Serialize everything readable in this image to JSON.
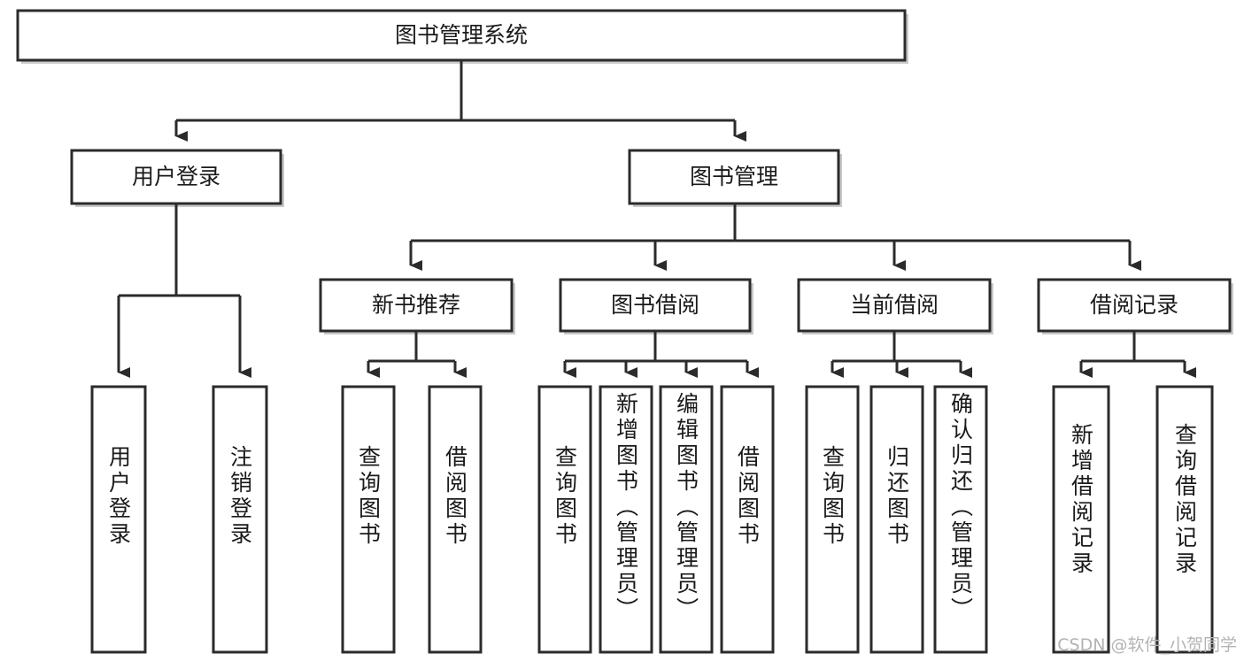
{
  "diagram": {
    "type": "tree",
    "title": "图书管理系统",
    "orientation": "top-down",
    "colors": {
      "stroke": "#2b2b2b",
      "fill": "#ffffff",
      "text": "#1a1a1a",
      "shadow": "#c9c9c9",
      "watermark": "#b3b3b3",
      "background": "#ffffff"
    },
    "root": {
      "label": "图书管理系统"
    },
    "level2": [
      {
        "label": "用户登录"
      },
      {
        "label": "图书管理"
      }
    ],
    "level3": [
      {
        "label": "新书推荐"
      },
      {
        "label": "图书借阅"
      },
      {
        "label": "当前借阅"
      },
      {
        "label": "借阅记录"
      }
    ],
    "leaves": {
      "user_login": [
        {
          "label": "用户登录"
        },
        {
          "label": "注销登录"
        }
      ],
      "new_book": [
        {
          "label": "查询图书"
        },
        {
          "label": "借阅图书"
        }
      ],
      "book_borrow": [
        {
          "label": "查询图书"
        },
        {
          "label": "新增图书（管理员）"
        },
        {
          "label": "编辑图书（管理员）"
        },
        {
          "label": "借阅图书"
        }
      ],
      "current_borrow": [
        {
          "label": "查询图书"
        },
        {
          "label": "归还图书"
        },
        {
          "label": "确认归还（管理员）"
        }
      ],
      "borrow_record": [
        {
          "label": "新增借阅记录"
        },
        {
          "label": "查询借阅记录"
        }
      ]
    }
  },
  "watermark": {
    "text": "CSDN @软件_小贺同学"
  }
}
